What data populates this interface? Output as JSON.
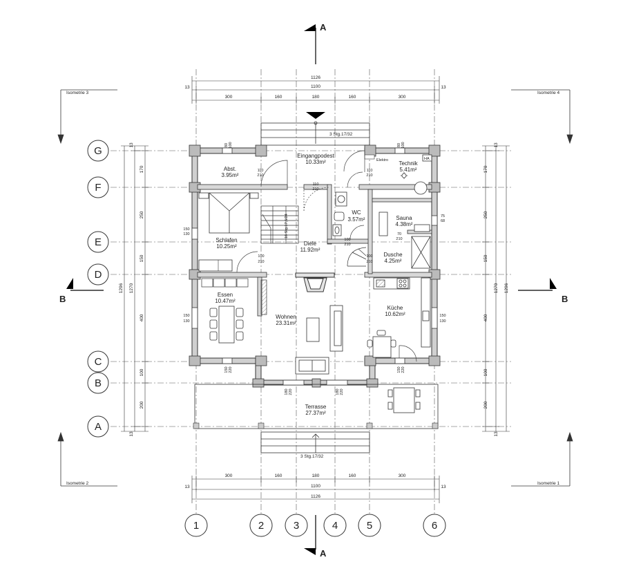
{
  "section_marks": {
    "a": "A",
    "b": "B"
  },
  "isometrie": [
    "Isometrie 1",
    "Isometrie 2",
    "Isometrie 3",
    "Isometrie 4"
  ],
  "grid_numbers": [
    "1",
    "2",
    "3",
    "4",
    "5",
    "6"
  ],
  "grid_letters": [
    "A",
    "B",
    "C",
    "D",
    "E",
    "F",
    "G"
  ],
  "dims_h": {
    "overall": "1126",
    "inner": "1100",
    "edge": "13",
    "segments": [
      "300",
      "160",
      "180",
      "160",
      "300"
    ]
  },
  "dims_v": {
    "overall": "1296",
    "inner": "1270",
    "edge": "13",
    "segments": [
      "170",
      "250",
      "150",
      "400",
      "100",
      "200"
    ]
  },
  "stairs": {
    "top": "3 Stg.17/32",
    "bottom": "3 Stg.17/32",
    "inner": "16 Stg.17,5/24"
  },
  "rooms": [
    {
      "name": "Eingangpodest",
      "area": "10.33m²"
    },
    {
      "name": "Abst.",
      "area": "3.95m²"
    },
    {
      "name": "Technik",
      "area": "5.41m²"
    },
    {
      "name": "WC",
      "area": "3.57m²"
    },
    {
      "name": "Sauna",
      "area": "4.38m²"
    },
    {
      "name": "Schlafen",
      "area": "10.25m²"
    },
    {
      "name": "Diele",
      "area": "11.92m²"
    },
    {
      "name": "Dusche",
      "area": "4.25m²"
    },
    {
      "name": "Essen",
      "area": "10.47m²"
    },
    {
      "name": "Wohnen",
      "area": "23.31m²"
    },
    {
      "name": "Küche",
      "area": "10.62m²"
    },
    {
      "name": "Terrasse",
      "area": "27.37m²"
    }
  ],
  "labels": {
    "elektro": "Elektro",
    "ha": "HA"
  },
  "openings": {
    "d110": [
      "110",
      "210"
    ],
    "d100": [
      "100",
      "210"
    ],
    "d70": [
      "70",
      "210"
    ],
    "w150": [
      "150",
      "130"
    ],
    "w150t": [
      "150",
      "220"
    ],
    "w180": [
      "180",
      "220"
    ],
    "w80": [
      "80",
      "100"
    ],
    "w75": [
      "75",
      "68"
    ]
  }
}
